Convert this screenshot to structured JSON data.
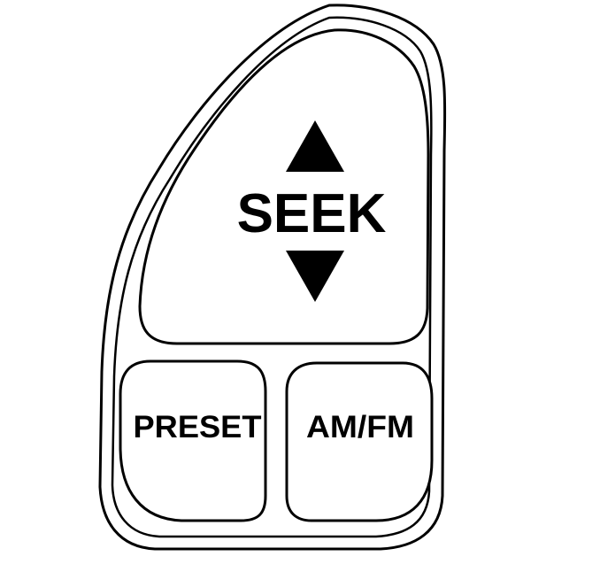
{
  "controls": {
    "seek_label": "SEEK",
    "preset_label": "PRESET",
    "amfm_label": "AM/FM"
  },
  "icons": {
    "seek_up": "triangle-up-icon",
    "seek_down": "triangle-down-icon"
  },
  "colors": {
    "ink": "#000000",
    "paper": "#ffffff"
  }
}
